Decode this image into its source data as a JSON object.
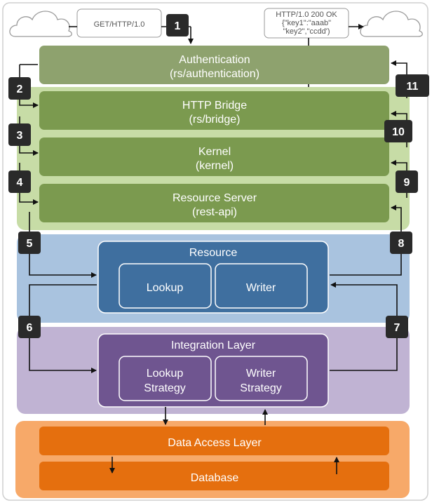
{
  "request": {
    "label": "GET/HTTP/1.0"
  },
  "response": {
    "lines": [
      "HTTP/1.0 200 OK",
      "{\"key1\":\"aaab\"",
      "\"key2\",\"ccdd')"
    ]
  },
  "layers": {
    "authentication": {
      "title": "Authentication",
      "path": "(rs/authentication)"
    },
    "http_bridge": {
      "title": "HTTP Bridge",
      "path": "(rs/bridge)"
    },
    "kernel": {
      "title": "Kernel",
      "path": "(kernel)"
    },
    "resource_server": {
      "title": "Resource Server",
      "path": "(rest-api)"
    },
    "resource": {
      "title": "Resource",
      "lookup": "Lookup",
      "writer": "Writer"
    },
    "integration": {
      "title": "Integration Layer",
      "lookup": [
        "Lookup",
        "Strategy"
      ],
      "writer": [
        "Writer",
        "Strategy"
      ]
    },
    "data_access": {
      "title": "Data Access Layer"
    },
    "database": {
      "title": "Database"
    }
  },
  "steps": [
    "1",
    "2",
    "3",
    "4",
    "5",
    "6",
    "7",
    "8",
    "9",
    "10",
    "11"
  ],
  "colors": {
    "auth": "#8ea26e",
    "green_band": "#c7dca6",
    "green_bar": "#7b9a4f",
    "blue_band": "#a9c3df",
    "blue_box": "#3f6f9f",
    "purple_band": "#c0b3d3",
    "purple_box": "#6f5590",
    "orange_band": "#f7a969",
    "orange_bar": "#e56f0e",
    "badge": "#2a2a2a"
  },
  "icons": {
    "cloud_left": "cloud-icon",
    "cloud_right": "cloud-icon"
  }
}
